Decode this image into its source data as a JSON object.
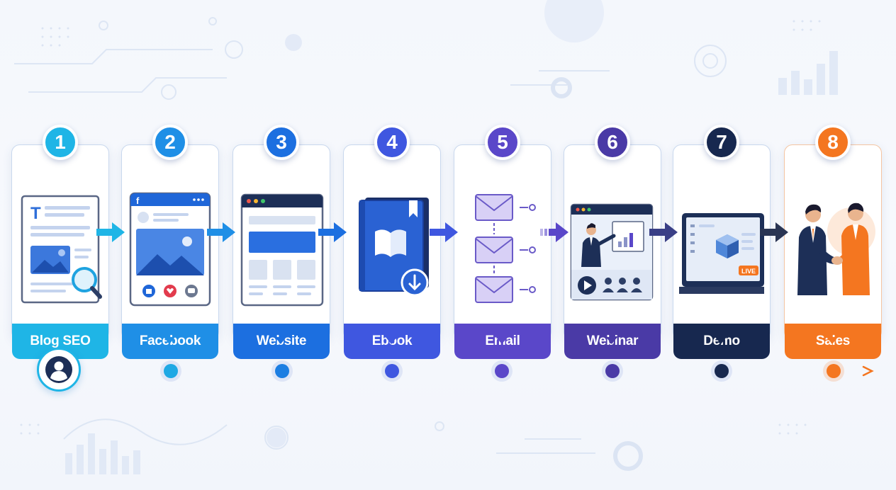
{
  "steps": [
    {
      "number": "1",
      "label": "Blog SEO",
      "color": "#1fb5e6"
    },
    {
      "number": "2",
      "label": "Facebook",
      "color": "#1f8fe6"
    },
    {
      "number": "3",
      "label": "Website",
      "color": "#1c6fe0"
    },
    {
      "number": "4",
      "label": "Ebook",
      "color": "#3f57e0"
    },
    {
      "number": "5",
      "label": "Email",
      "color": "#5a47c9"
    },
    {
      "number": "6",
      "label": "Webinar",
      "color": "#4a3aa6"
    },
    {
      "number": "7",
      "label": "Demo",
      "color": "#17284f"
    },
    {
      "number": "8",
      "label": "Sales",
      "color": "#f47620"
    }
  ],
  "badges": {
    "live": "LIVE"
  },
  "icons": {
    "user": "user-icon",
    "search": "magnifier-icon",
    "facebook": "facebook-icon",
    "like": "thumbs-up-icon",
    "love": "heart-icon",
    "comment": "comment-icon",
    "download": "download-icon",
    "envelope": "envelope-icon",
    "play": "play-icon"
  }
}
